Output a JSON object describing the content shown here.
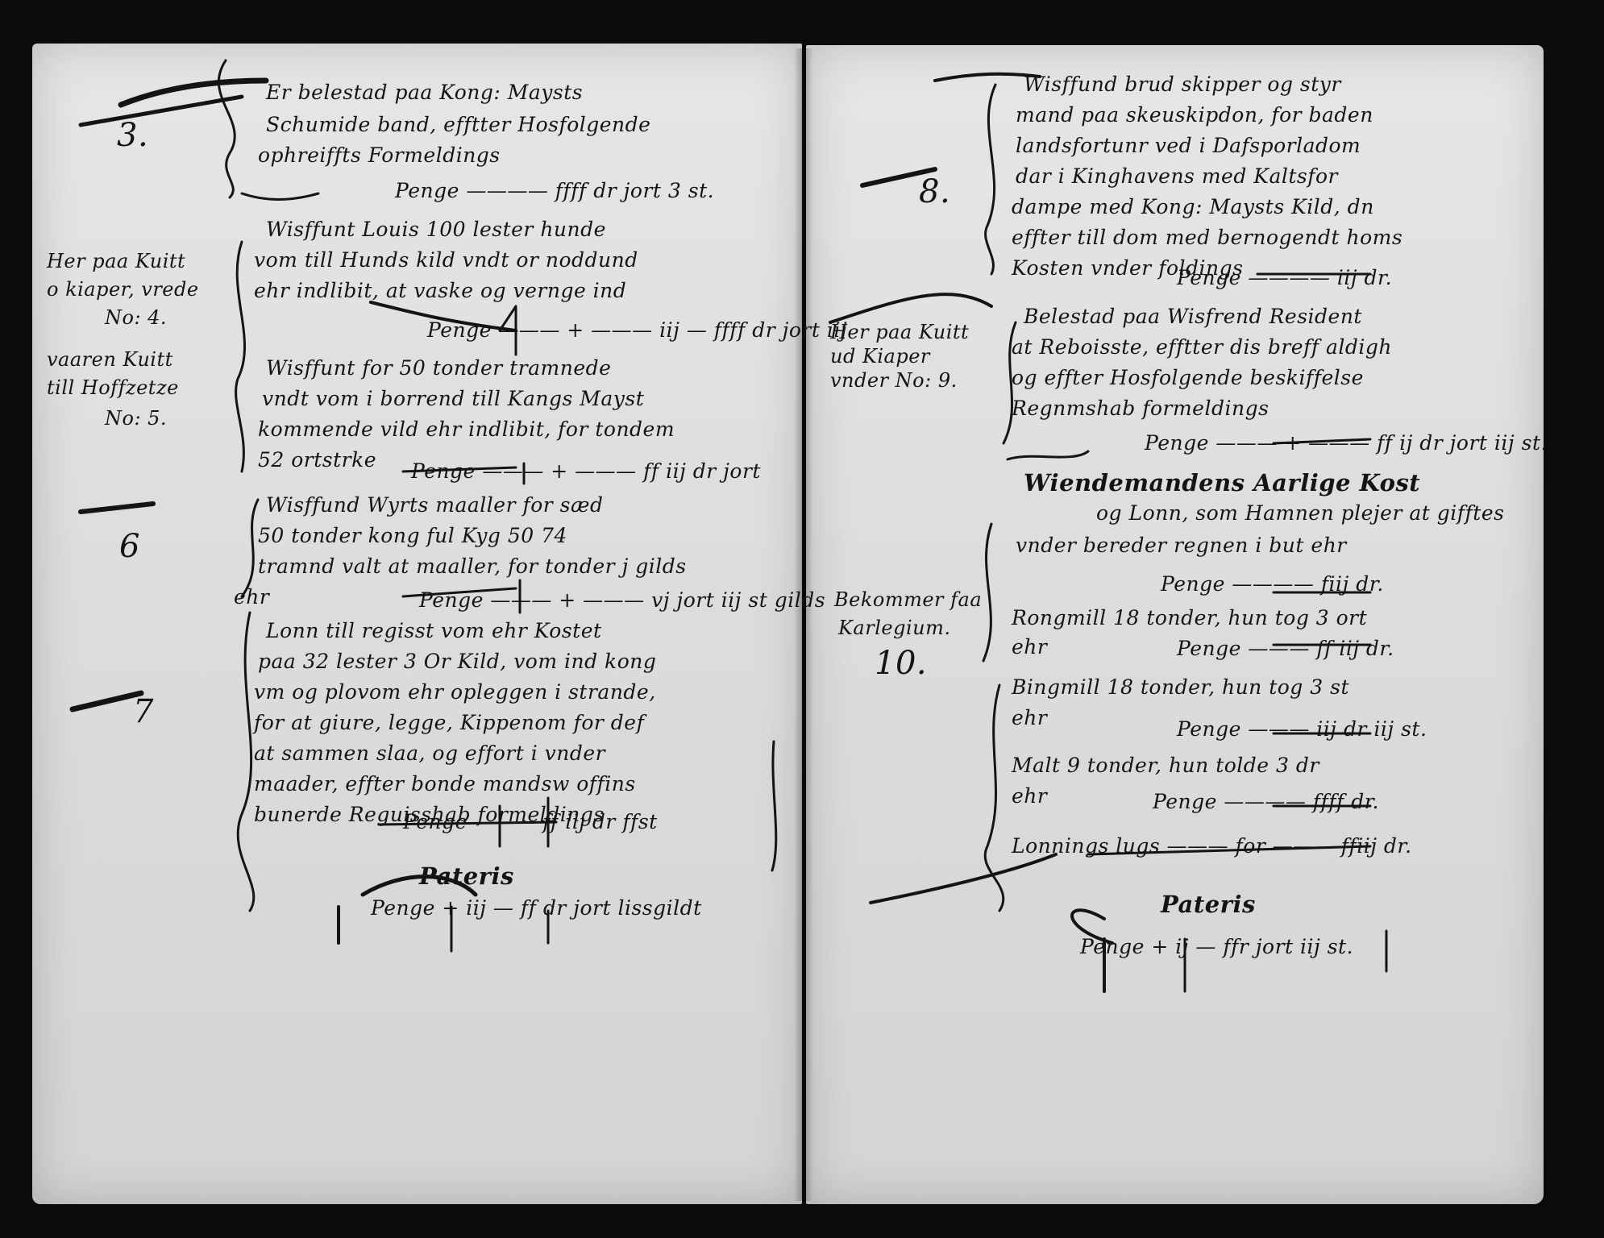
{
  "left_page": {
    "entry_numbers": [
      "3.",
      "6",
      "7"
    ],
    "margin_notes": [
      {
        "line1": "Her paa Kuitt",
        "line2": "o kiaper, vrede",
        "line3": "No: 4."
      },
      {
        "line1": "vaaren Kuitt",
        "line2": "till Hoffzetze",
        "line3": "No: 5."
      }
    ],
    "text_lines": [
      "Er belestad paa Kong: Maysts",
      "Schumide band, efftter Hosfolgende",
      "ophreiffts Formeldings",
      "Penge ———— ffff dr jort 3 st.",
      "Wisffunt Louis 100 lester hunde",
      "vom till Hunds kild vndt or noddund",
      "ehr indlibit, at vaske og vernge ind",
      "Penge ——— + ——— iij — ffff dr jort iij",
      "Wisffunt for 50 tonder tramnede",
      "vndt vom i borrend till Kangs Mayst",
      "kommende vild ehr indlibit, for tondem",
      "52 ortstrke",
      "Penge ——— + ——— ff iij dr jort",
      "Wisffund Wyrts maaller for sæd",
      "50 tonder kong ful Kyg 50 74",
      "tramnd valt at maaller, for tonder j gilds",
      "ehr",
      "Penge ——— + ——— vj jort iij st gilds",
      "Lonn till regisst vom ehr Kostet",
      "paa 32 lester 3 Or Kild, vom ind kong",
      "vm og plovom ehr opleggen i strande,",
      "for at giure, legge, Kippenom for def",
      "at sammen slaa, og effort i vnder",
      "maader, effter bonde mandsw offins",
      "bunerde Reguisshab formeldings",
      "Penge ——— ff iij dr ffst",
      "Pateris",
      "Penge + iij — ff dr jort lissgildt"
    ]
  },
  "right_page": {
    "entry_numbers": [
      "8.",
      "10."
    ],
    "margin_notes": [
      {
        "line1": "Her paa Kuitt",
        "line2": "ud Kiaper",
        "line3": "vnder No: 9."
      },
      {
        "line1": "Bekommer faa",
        "line2": "Karlegium."
      }
    ],
    "text_lines": [
      "Wisffund brud skipper og styr",
      "mand paa skeuskipdon, for baden",
      "landsfortunr ved i Dafsporladom",
      "dar i Kinghavens med Kaltsfor",
      "dampe med Kong: Maysts Kild, dn",
      "effter till dom med bernogendt homs",
      "Kosten vnder foldings",
      "Penge ———— iij dr.",
      "Belestad paa Wisfrend Resident",
      "at Reboisste, efftter dis breff aldigh",
      "og effter Hosfolgende beskiffelse",
      "Regnmshab formeldings",
      "Penge ——— + ——— ff ij dr jort iij st.",
      "Wiendemandens Aarlige Kost",
      "og Lonn, som Hamnen plejer at gifftes",
      "vnder bereder regnen i but ehr",
      "Penge ———— fiij dr.",
      "Rongmill 18 tonder, hun tog 3 ort",
      "ehr",
      "Penge ——— ff iij dr.",
      "Bingmill 18 tonder, hun tog 3 st",
      "ehr",
      "Penge ——— iij dr iij st.",
      "Malt 9 tonder, hun tolde 3 dr",
      "ehr",
      "Penge ———— ffff dr.",
      "Lonnings lugs ——— for ——— ffiij dr.",
      "Pateris",
      "Penge + ij — ffr jort iij st."
    ]
  }
}
